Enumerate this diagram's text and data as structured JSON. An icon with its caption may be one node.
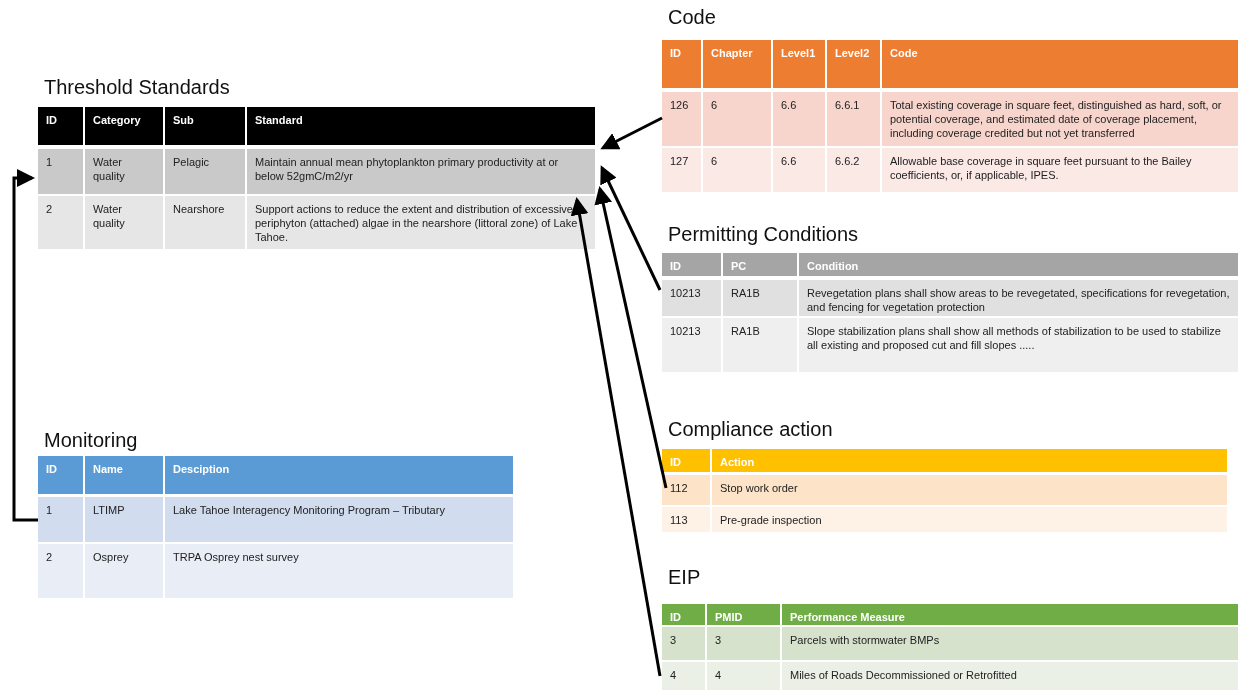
{
  "diagram": {
    "nodes": [
      {
        "text": [
          "Threshold Standards",
          "ID",
          "Category",
          "Sub",
          "Standard"
        ]
      },
      {
        "text": [
          "1",
          "Water quality",
          "Pelagic",
          "Maintain annual mean phytoplankton primary productivity at or below 52gmC/m2/yr"
        ]
      },
      {
        "text": [
          "2",
          "Water quality",
          "Nearshore",
          "Support actions to reduce the extent and distribution of excessive periphyton (attached) algae in the nearshore (littoral zone) of Lake Tahoe."
        ]
      },
      {
        "text": [
          "Code",
          "ID",
          "Chapter",
          "Level1",
          "Level2",
          "Code"
        ]
      },
      {
        "text": [
          "126",
          "6",
          "6.6",
          "6.6.1",
          "Total existing coverage in square feet, distinguished as hard, soft, or potential coverage, and estimated date of coverage placement, including coverage credited but not yet transferred"
        ]
      },
      {
        "text": [
          "127",
          "6",
          "6.6",
          "6.6.2",
          "Allowable base coverage in square feet pursuant to the Bailey coefficients, or, if applicable, IPES."
        ]
      },
      {
        "text": [
          "Permitting Conditions",
          "ID",
          "PC",
          "Condition"
        ]
      },
      {
        "text": [
          "10213",
          "RA1B",
          "Revegetation plans shall show areas to be revegetated, specifications for revegetation, and fencing for vegetation protection"
        ]
      },
      {
        "text": [
          "10213",
          "RA1B",
          "Slope stabilization plans shall show all methods of stabilization to be used to stabilize all existing and proposed cut and fill slopes ....."
        ]
      },
      {
        "text": [
          "Compliance action",
          "ID",
          "Action"
        ]
      },
      {
        "text": [
          "112",
          "Stop work order"
        ]
      },
      {
        "text": [
          "113",
          "Pre-grade inspection"
        ]
      },
      {
        "text": [
          "EIP",
          "ID",
          "PMID",
          "Performance Measure"
        ]
      },
      {
        "text": [
          "3",
          "3",
          "Parcels with stormwater BMPs"
        ]
      },
      {
        "text": [
          "4",
          "4",
          "Miles of Roads Decommissioned or Retrofitted"
        ]
      },
      {
        "text": [
          "Monitoring",
          "ID",
          "Name",
          "Desciption"
        ]
      },
      {
        "text": [
          "1",
          "LTIMP",
          "Lake Tahoe Interagency Monitoring Program – Tributary"
        ]
      },
      {
        "text": [
          "2",
          "Osprey",
          "TRPA Osprey nest survey"
        ]
      }
    ],
    "edges": [
      {
        "from": 4,
        "to": 1,
        "arrow": "to"
      },
      {
        "from": 7,
        "to": 1,
        "arrow": "to"
      },
      {
        "from": 10,
        "to": 1,
        "arrow": "to"
      },
      {
        "from": 14,
        "to": 2,
        "arrow": "to"
      },
      {
        "from": 16,
        "to": 1,
        "arrow": "to"
      }
    ]
  }
}
